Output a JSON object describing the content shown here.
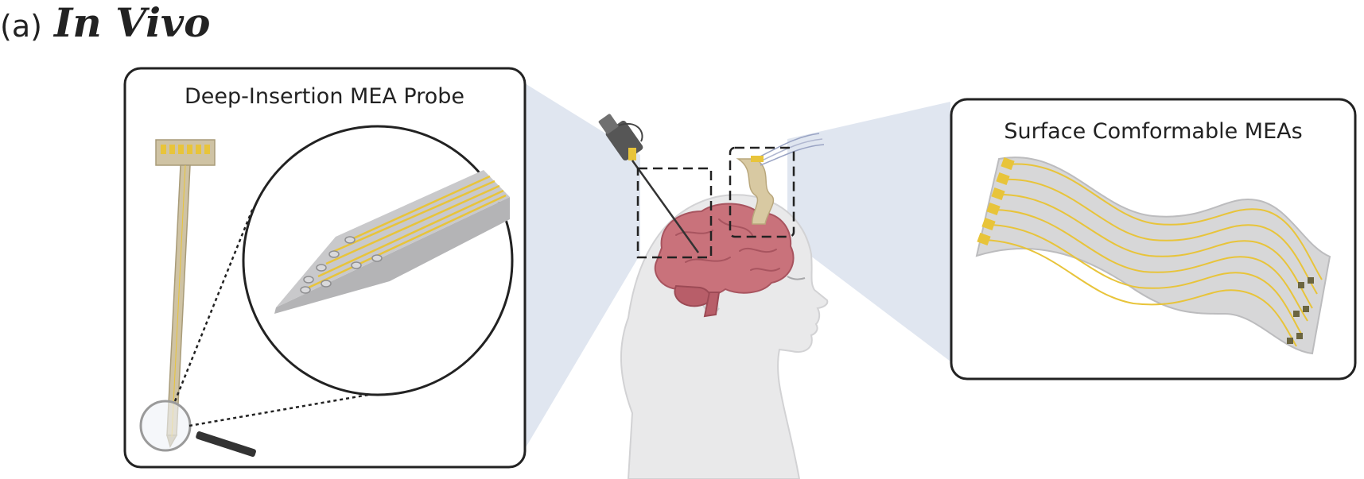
{
  "figure": {
    "panel_label": "(a)",
    "panel_title": "In Vivo",
    "left_box": {
      "title": "Deep-Insertion MEA Probe"
    },
    "right_box": {
      "title": "Surface Comformable MEAs"
    }
  },
  "colors": {
    "box_border": "#222222",
    "projection": "#dde3ee",
    "probe_shaft": "#cfc3a4",
    "gold_trace": "#e8c43a",
    "brain": "#c9727b",
    "skin": "#e9e9ea",
    "flex_sheet": "#d7d7d8"
  }
}
